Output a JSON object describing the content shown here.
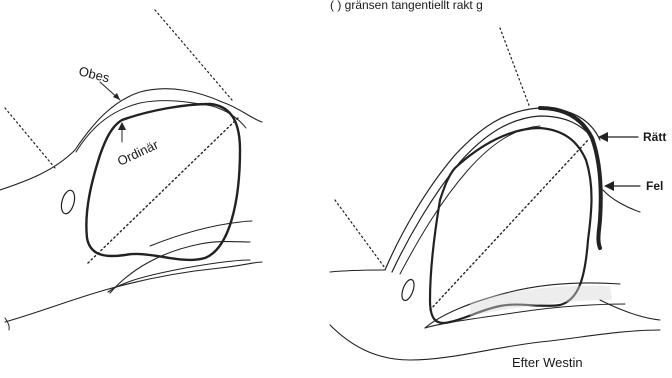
{
  "top_caption": "(  ) gränsen tangentiellt rakt g",
  "left_figure": {
    "label_obes": "Obes",
    "label_ordinar": "Ordinär"
  },
  "right_figure": {
    "label_ratt": "Rätt",
    "label_fel": "Fel"
  },
  "credit": "Efter Westin"
}
